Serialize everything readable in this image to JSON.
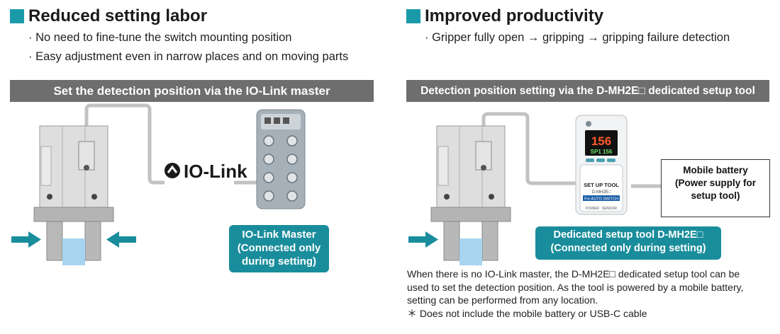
{
  "left": {
    "heading": "Reduced setting labor",
    "bullets": [
      "· No need to fine-tune the switch mounting position",
      "· Easy adjustment even in narrow places and on moving parts"
    ],
    "banner": "Set the detection position via the IO-Link master",
    "iolink_logo_text": "IO-Link",
    "master_label_lines": [
      "IO-Link Master",
      "(Connected only",
      "during setting)"
    ]
  },
  "right": {
    "heading": "Improved productivity",
    "bullets": [
      "· Gripper fully open → gripping → gripping failure detection"
    ],
    "banner": "Detection position setting via the D-MH2E□ dedicated setup tool",
    "display_main": "156",
    "display_sub": "SP1  156",
    "tool_label": "SET UP TOOL",
    "tool_model": "D-MH2E□",
    "tool_strip": "For AUTO SWITCH",
    "tool_power": "POWER",
    "tool_sensor": "SENSOR",
    "battery_lines": [
      "Mobile battery",
      "(Power supply for",
      "setup tool)"
    ],
    "tool_label_lines": [
      "Dedicated setup tool D-MH2E□",
      "(Connected only during setting)"
    ],
    "note_lines": [
      "When there is no IO-Link master, the D-MH2E□ dedicated setup tool can be",
      "used to set the detection position. As the tool is powered by a mobile battery,",
      "setting can be performed from any location."
    ],
    "footnote": "＊ Does not include the mobile battery or USB-C cable"
  },
  "colors": {
    "accent_teal": "#1a9aa8",
    "banner_gray": "#6e6e6e",
    "arrow_teal": "#1a8d9c",
    "workpiece_blue": "#a9d4ef"
  },
  "icons": [
    "arrow-right-icon",
    "arrow-left-icon",
    "iolink-logo-icon"
  ]
}
